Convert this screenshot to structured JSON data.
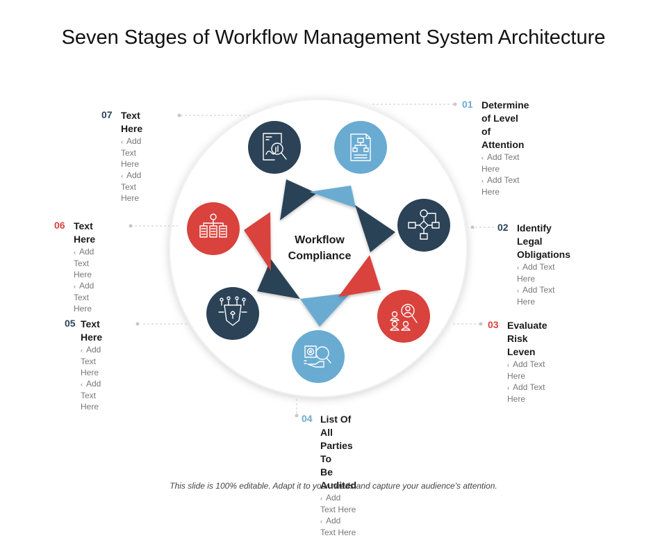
{
  "title": "Seven Stages of Workflow Management System Architecture",
  "center": {
    "line1": "Workflow",
    "line2": "Compliance"
  },
  "sub_text": "Add Text Here",
  "footer": "This slide is 100% editable. Adapt it to your needs and capture your audience's attention.",
  "colors": {
    "navy": "#2b4257",
    "blue": "#6aabd2",
    "red": "#d9423d"
  },
  "stages": [
    {
      "num": "01",
      "title_lines": [
        "Determine of Level",
        "of Attention"
      ],
      "icon": "document-flowchart-icon",
      "color": "blue"
    },
    {
      "num": "02",
      "title_lines": [
        "Identify Legal",
        "Obligations"
      ],
      "icon": "process-flowchart-icon",
      "color": "navy"
    },
    {
      "num": "03",
      "title_lines": [
        "Evaluate Risk Leven"
      ],
      "icon": "people-search-icon",
      "color": "red"
    },
    {
      "num": "04",
      "title_lines": [
        "List Of All Parties To",
        "Be Audited"
      ],
      "icon": "audit-inspection-icon",
      "color": "blue"
    },
    {
      "num": "05",
      "title_lines": [
        "Text Here"
      ],
      "icon": "network-shield-icon",
      "color": "navy"
    },
    {
      "num": "06",
      "title_lines": [
        "Text Here"
      ],
      "icon": "file-hierarchy-icon",
      "color": "red"
    },
    {
      "num": "07",
      "title_lines": [
        "Text Here"
      ],
      "icon": "report-search-icon",
      "color": "navy"
    }
  ]
}
